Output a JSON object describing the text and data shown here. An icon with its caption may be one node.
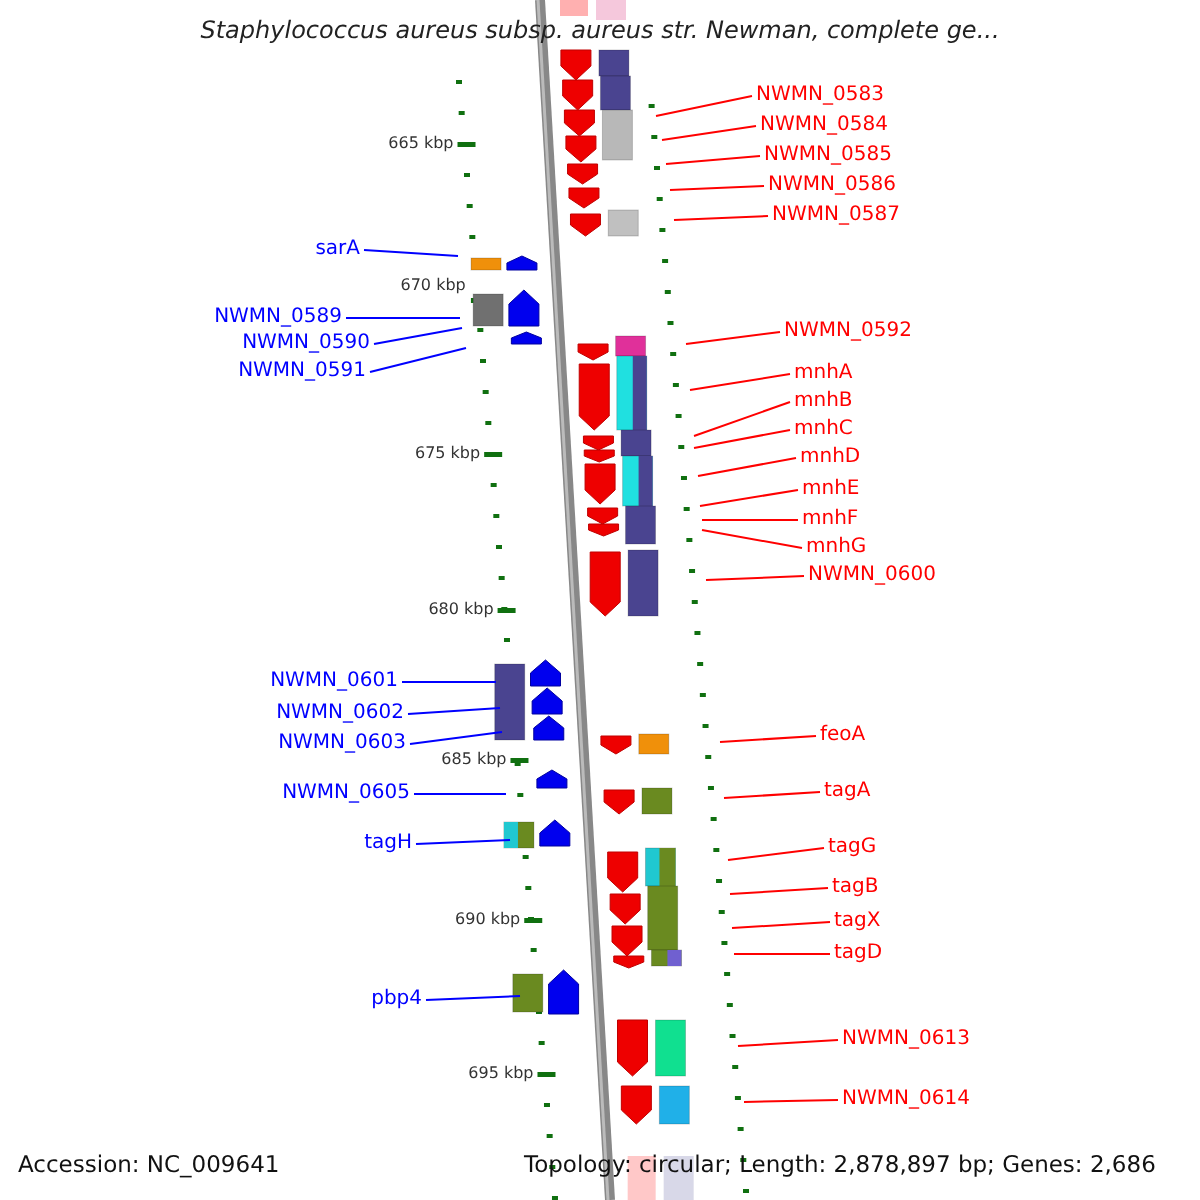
{
  "diagram": {
    "title": "Staphylococcus aureus subsp. aureus str. Newman, complete ge...",
    "nodes": [
      {
        "text": [
          "NWMN_0583"
        ]
      },
      {
        "text": [
          "NWMN_0584"
        ]
      },
      {
        "text": [
          "NWMN_0585"
        ]
      },
      {
        "text": [
          "NWMN_0586"
        ]
      },
      {
        "text": [
          "NWMN_0587"
        ]
      },
      {
        "text": [
          "sarA"
        ]
      },
      {
        "text": [
          "NWMN_0589"
        ]
      },
      {
        "text": [
          "NWMN_0590"
        ]
      },
      {
        "text": [
          "NWMN_0592"
        ]
      },
      {
        "text": [
          "NWMN_0591"
        ]
      },
      {
        "text": [
          "mnhA"
        ]
      },
      {
        "text": [
          "mnhB"
        ]
      },
      {
        "text": [
          "mnhC"
        ]
      },
      {
        "text": [
          "mnhD"
        ]
      },
      {
        "text": [
          "mnhE"
        ]
      },
      {
        "text": [
          "mnhF"
        ]
      },
      {
        "text": [
          "mnhG"
        ]
      },
      {
        "text": [
          "NWMN_0600"
        ]
      },
      {
        "text": [
          "NWMN_0601"
        ]
      },
      {
        "text": [
          "NWMN_0602"
        ]
      },
      {
        "text": [
          "feoA"
        ]
      },
      {
        "text": [
          "NWMN_0603"
        ]
      },
      {
        "text": [
          "NWMN_0605"
        ]
      },
      {
        "text": [
          "tagA"
        ]
      },
      {
        "text": [
          "tagH"
        ]
      },
      {
        "text": [
          "tagG"
        ]
      },
      {
        "text": [
          "tagB"
        ]
      },
      {
        "text": [
          "tagX"
        ]
      },
      {
        "text": [
          "tagD"
        ]
      },
      {
        "text": [
          "pbp4"
        ]
      },
      {
        "text": [
          "NWMN_0613"
        ]
      },
      {
        "text": [
          "NWMN_0614"
        ]
      }
    ],
    "edges": [
      {
        "from": 0,
        "to": null,
        "arrow": "none"
      },
      {
        "from": 1,
        "to": null,
        "arrow": "none"
      },
      {
        "from": 2,
        "to": null,
        "arrow": "none"
      },
      {
        "from": 3,
        "to": null,
        "arrow": "none"
      },
      {
        "from": 4,
        "to": null,
        "arrow": "none"
      },
      {
        "from": 5,
        "to": null,
        "arrow": "none",
        "color": "#0000ff"
      },
      {
        "from": 6,
        "to": null,
        "arrow": "none",
        "color": "#0000ff"
      },
      {
        "from": 7,
        "to": null,
        "arrow": "none",
        "color": "#0000ff"
      },
      {
        "from": 8,
        "to": null,
        "arrow": "none"
      },
      {
        "from": 9,
        "to": null,
        "arrow": "none",
        "color": "#0000ff"
      },
      {
        "from": 10,
        "to": null,
        "arrow": "none"
      },
      {
        "from": 11,
        "to": null,
        "arrow": "none"
      },
      {
        "from": 12,
        "to": null,
        "arrow": "none"
      },
      {
        "from": 13,
        "to": null,
        "arrow": "none"
      },
      {
        "from": 14,
        "to": null,
        "arrow": "none"
      },
      {
        "from": 15,
        "to": null,
        "arrow": "none"
      },
      {
        "from": 16,
        "to": null,
        "arrow": "none"
      },
      {
        "from": 17,
        "to": null,
        "arrow": "none"
      },
      {
        "from": 18,
        "to": null,
        "arrow": "none",
        "color": "#0000ff"
      },
      {
        "from": 19,
        "to": null,
        "arrow": "none",
        "color": "#0000ff"
      },
      {
        "from": 20,
        "to": null,
        "arrow": "none"
      },
      {
        "from": 21,
        "to": null,
        "arrow": "none",
        "color": "#0000ff"
      },
      {
        "from": 22,
        "to": null,
        "arrow": "none",
        "color": "#0000ff"
      },
      {
        "from": 23,
        "to": null,
        "arrow": "none"
      },
      {
        "from": 24,
        "to": null,
        "arrow": "none",
        "color": "#0000ff"
      },
      {
        "from": 25,
        "to": null,
        "arrow": "none"
      },
      {
        "from": 26,
        "to": null,
        "arrow": "none"
      },
      {
        "from": 27,
        "to": null,
        "arrow": "none"
      },
      {
        "from": 28,
        "to": null,
        "arrow": "none"
      },
      {
        "from": 29,
        "to": null,
        "arrow": "none",
        "color": "#0000ff"
      },
      {
        "from": 30,
        "to": null,
        "arrow": "none"
      },
      {
        "from": 31,
        "to": null,
        "arrow": "none"
      }
    ],
    "labels": [
      "665 kbp",
      "670 kbp",
      "675 kbp",
      "680 kbp",
      "685 kbp",
      "690 kbp",
      "695 kbp",
      "Accession: NC_009641",
      "Topology: circular; Length: 2,878,897 bp; Genes: 2,686"
    ]
  }
}
